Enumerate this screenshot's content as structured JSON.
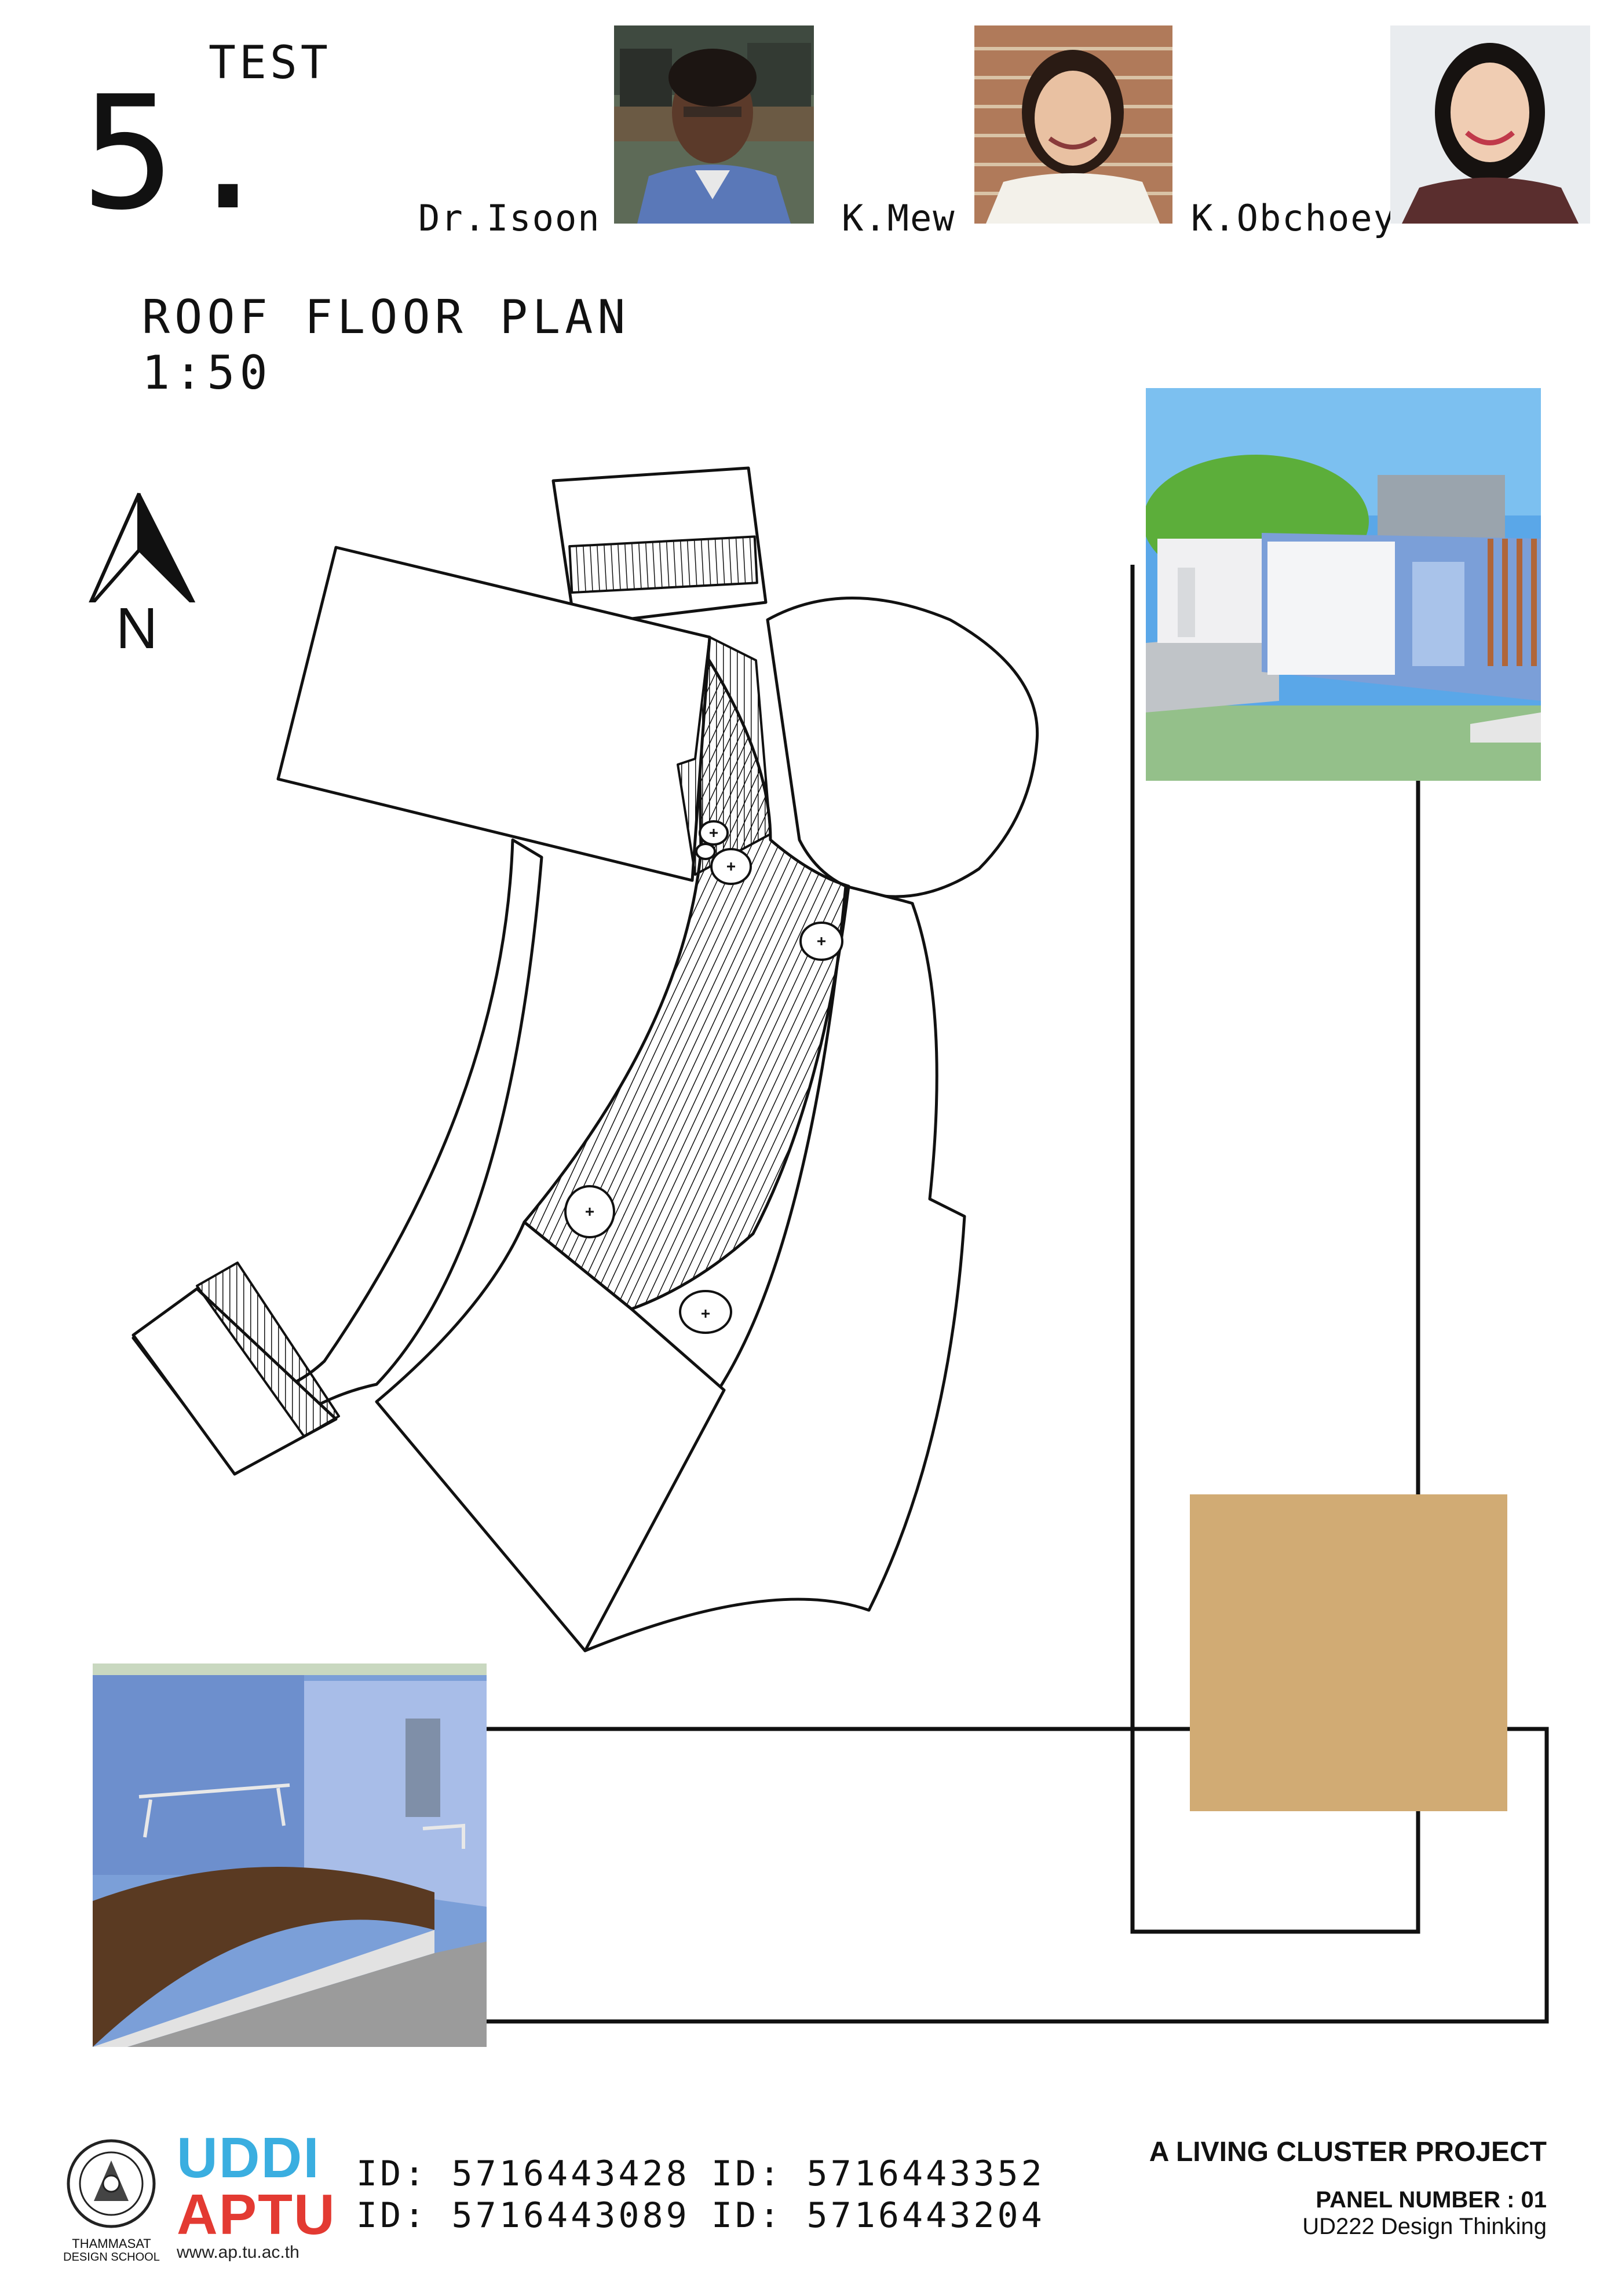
{
  "header": {
    "test_label": "TEST",
    "panel_number": "5."
  },
  "tutors": [
    {
      "name": "Dr.Isoon"
    },
    {
      "name": "K.Mew"
    },
    {
      "name": "K.Obchoey"
    }
  ],
  "plan": {
    "title": "ROOF FLOOR PLAN",
    "scale": "1:50",
    "north_label": "N"
  },
  "footer": {
    "school_name": "THAMMASAT",
    "school_sub": "DESIGN SCHOOL",
    "logo_top": "UDDI",
    "logo_bottom": "APTU",
    "logo_url": "www.ap.tu.ac.th",
    "ids": [
      "ID: 5716443428",
      "ID: 5716443352",
      "ID: 5716443089",
      "ID: 5716443204"
    ],
    "project_title": "A LIVING CLUSTER PROJECT",
    "panel_number": "PANEL NUMBER : 01",
    "course": "UD222 Design Thinking"
  },
  "colors": {
    "swatch": "#d1ab74",
    "sky": "#5aa7e8",
    "grass": "#94c08a",
    "wall_blue": "#7b9fd8",
    "floor_wood": "#5a3a22",
    "uddi_blue": "#3aaee0",
    "aptu_red": "#e33a32"
  }
}
